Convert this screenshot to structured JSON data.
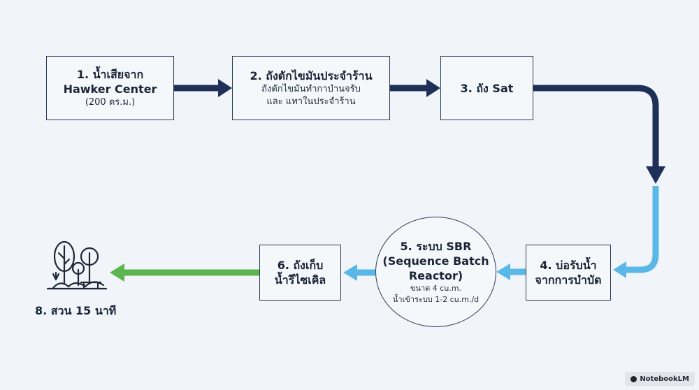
{
  "colors": {
    "arrow_dark": "#1e2f58",
    "arrow_light": "#5ab8e8",
    "arrow_green": "#5cb54e",
    "box_border": "#2a3a52"
  },
  "nodes": {
    "n1": {
      "title_a": "1. น้ำเสียจาก",
      "title_b": "Hawker Center",
      "sub": "(200 ตร.ม.)"
    },
    "n2": {
      "title": "2. ถังดักไขมันประจำร้าน",
      "sub_a": "ถังดักไขมันทำกาบำนจรับ",
      "sub_b": "และ แทาในประจำร้าน"
    },
    "n3": {
      "title": "3. ถัง Sat"
    },
    "n4": {
      "title_a": "4. บ่อรับน้ำ",
      "title_b": "จากการบำบัด"
    },
    "n5": {
      "title_a": "5. ระบบ SBR",
      "title_b": "(Sequence Batch",
      "title_c": "Reactor)",
      "sub_a": "ขนาด 4 cu.m.",
      "sub_b": "น้ำเข้าระบบ 1-2 cu.m./d"
    },
    "n6": {
      "title_a": "6. ถังเก็บ",
      "title_b": "น้ำรีไซเคิล"
    },
    "n8": {
      "title": "8. สวน 15 นาที"
    }
  },
  "icons": {
    "park": "park-trees-icon"
  },
  "badge": {
    "label": "NotebookLM"
  }
}
